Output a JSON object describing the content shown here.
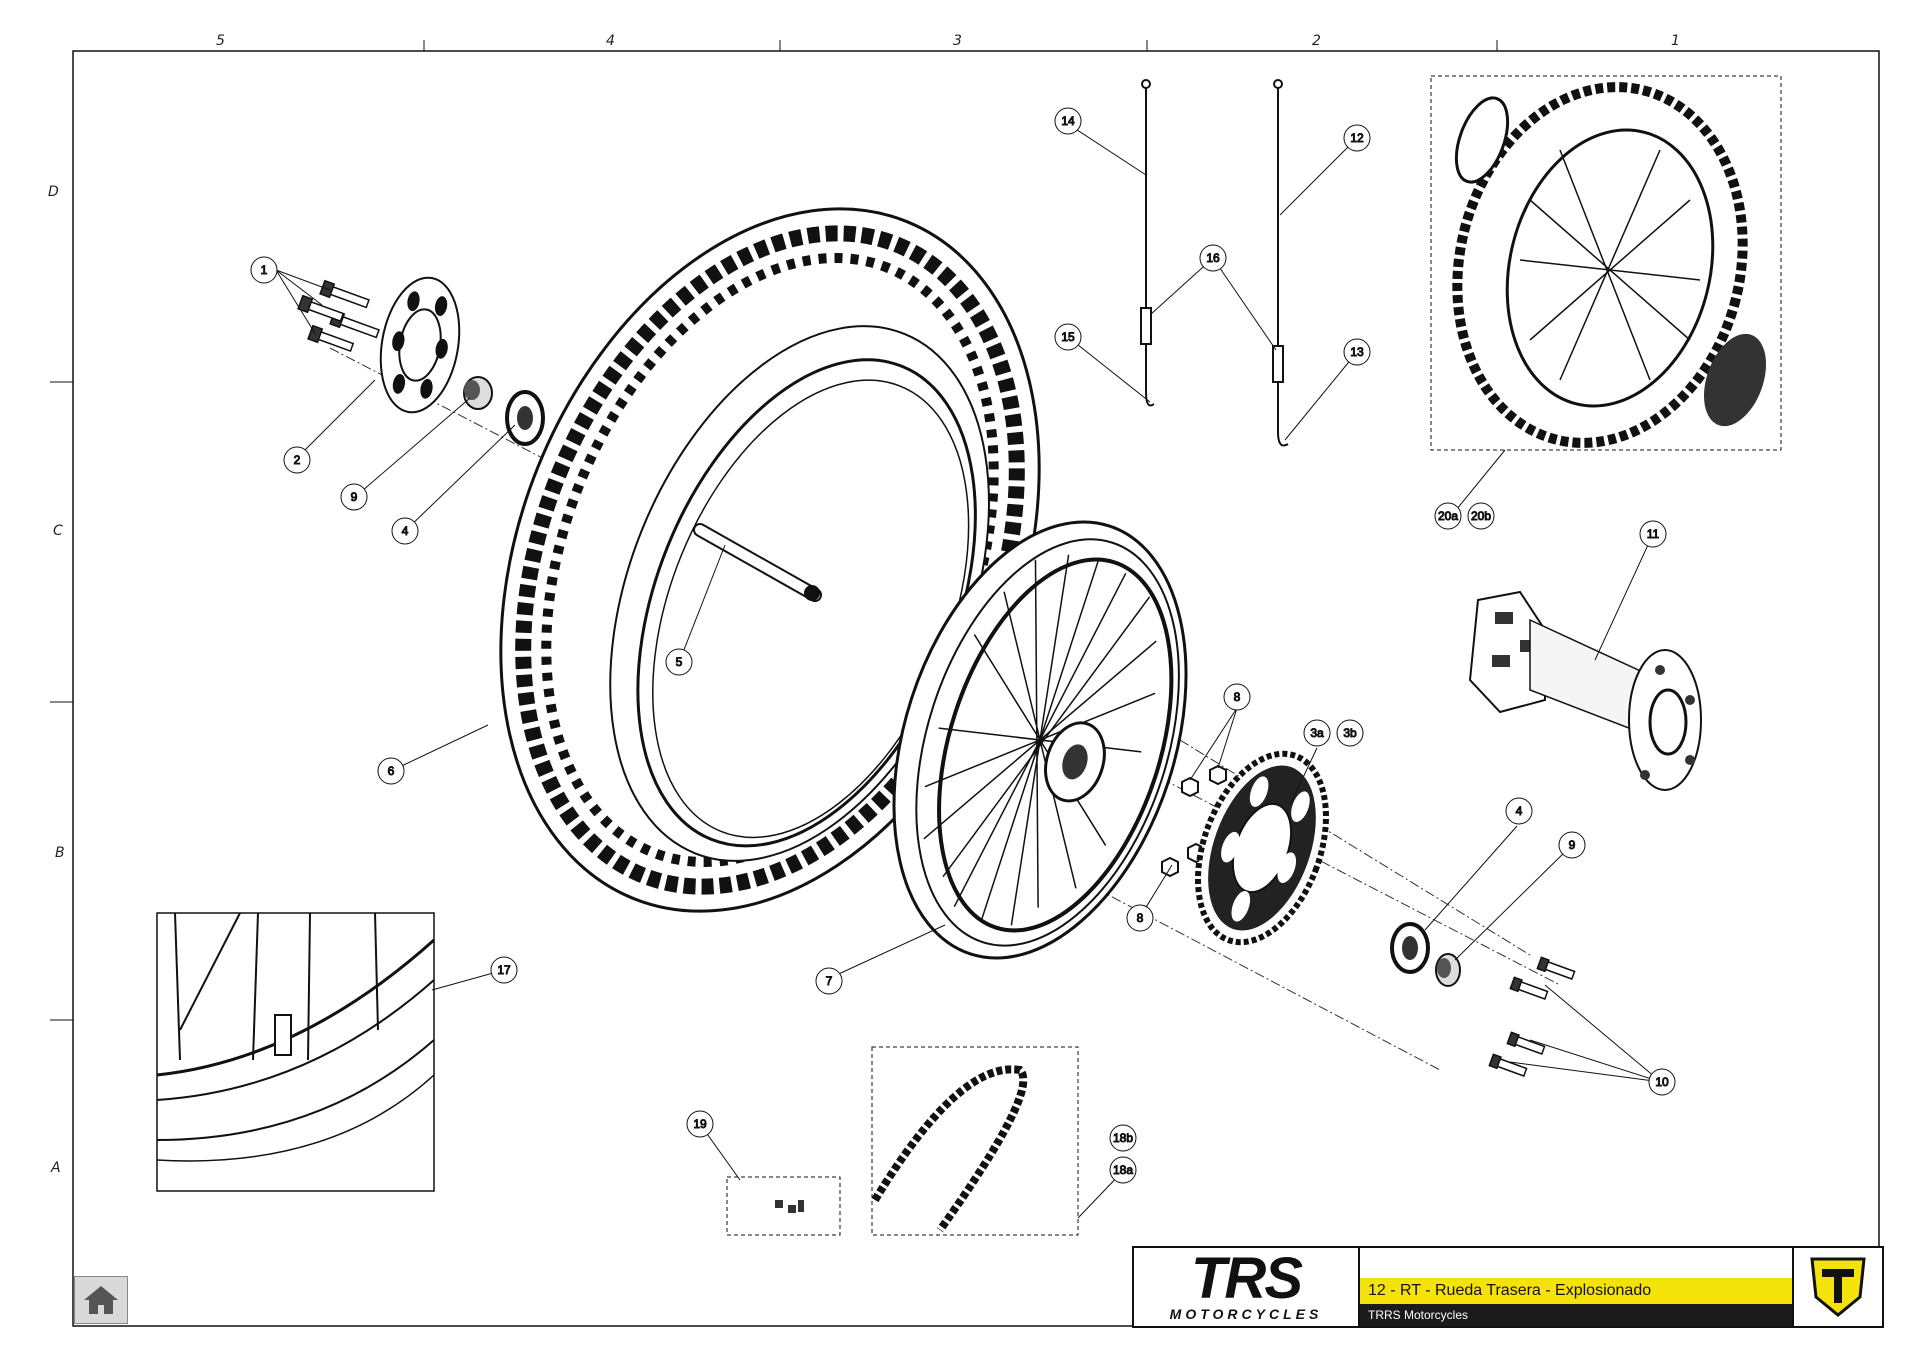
{
  "ruler": {
    "columns": [
      "5",
      "4",
      "3",
      "2",
      "1"
    ],
    "rows": [
      "D",
      "C",
      "B",
      "A"
    ]
  },
  "title_block": {
    "brand": "TRS",
    "brand_sub": "MOTORCYCLES",
    "title": "12 - RT - Rueda Trasera - Explosionado",
    "company": "TRRS Motorcycles",
    "emblem_icon": "trs-shield-emblem-icon"
  },
  "home_button": {
    "icon": "home-icon"
  },
  "colors": {
    "accent_yellow": "#f4e20b",
    "ink": "#111111",
    "dark_bar": "#1b1b1b"
  },
  "callouts": [
    "1",
    "2",
    "9",
    "4",
    "5",
    "6",
    "7",
    "8",
    "8",
    "3a",
    "3b",
    "4",
    "9",
    "10",
    "11",
    "12",
    "13",
    "14",
    "15",
    "16",
    "17",
    "18b",
    "18a",
    "19",
    "20a",
    "20b"
  ]
}
